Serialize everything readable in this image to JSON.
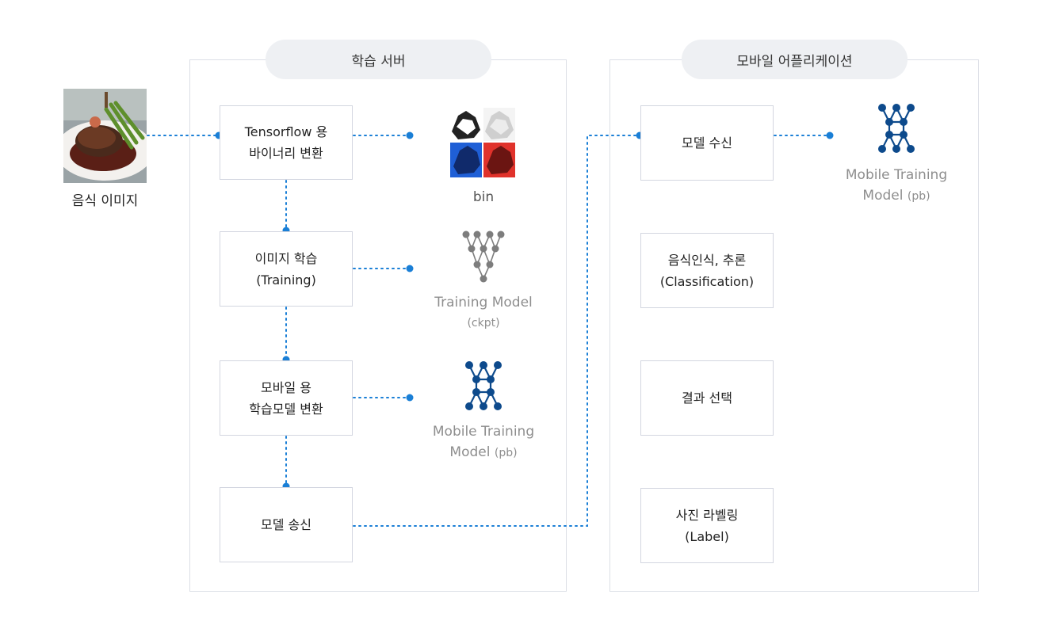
{
  "server": {
    "title": "학습 서버",
    "steps": [
      {
        "line1": "Tensorflow 용",
        "line2": "바이너리 변환"
      },
      {
        "line1": "이미지 학습",
        "line2": "(Training)"
      },
      {
        "line1": "모바일 용",
        "line2": "학습모델 변환"
      },
      {
        "line1": "모델 송신",
        "line2": ""
      }
    ],
    "outputs": [
      {
        "line1": "bin",
        "line2": ""
      },
      {
        "line1": "Training Model",
        "line2": "(ckpt)"
      },
      {
        "line1": "Mobile Training",
        "line2": "Model",
        "suffix": "(pb)"
      }
    ]
  },
  "app": {
    "title": "모바일 어플리케이션",
    "steps": [
      {
        "line1": "모델 수신",
        "line2": ""
      },
      {
        "line1": "음식인식, 추론",
        "line2": "(Classification)"
      },
      {
        "line1": "결과 선택",
        "line2": ""
      },
      {
        "line1": "사진 라벨링",
        "line2": "(Label)"
      }
    ],
    "output": {
      "line1": "Mobile Training",
      "line2": "Model",
      "suffix": "(pb)"
    }
  },
  "input": {
    "label": "음식 이미지"
  },
  "colors": {
    "connector": "#1a7fd6",
    "model_dark": "#0d4a8c",
    "model_gray": "#7d7d7d",
    "pill_bg": "#eef0f3"
  },
  "icons": {
    "food_photo": "steak-photo",
    "bin": "bin-image-grid-icon",
    "ckpt": "neural-network-gray-icon",
    "pb": "neural-network-blue-icon"
  }
}
